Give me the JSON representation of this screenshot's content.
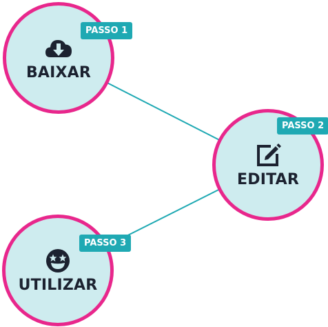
{
  "colors": {
    "circle_fill": "#ceecef",
    "circle_border": "#e8278c",
    "badge_fill": "#1fa9b3",
    "connector": "#1fa9b3",
    "label_text": "#1c2230"
  },
  "steps": [
    {
      "badge": "PASSO 1",
      "label": "BAIXAR",
      "icon": "cloud-download-icon"
    },
    {
      "badge": "PASSO 2",
      "label": "EDITAR",
      "icon": "edit-icon"
    },
    {
      "badge": "PASSO 3",
      "label": "UTILIZAR",
      "icon": "star-struck-face-icon"
    }
  ]
}
